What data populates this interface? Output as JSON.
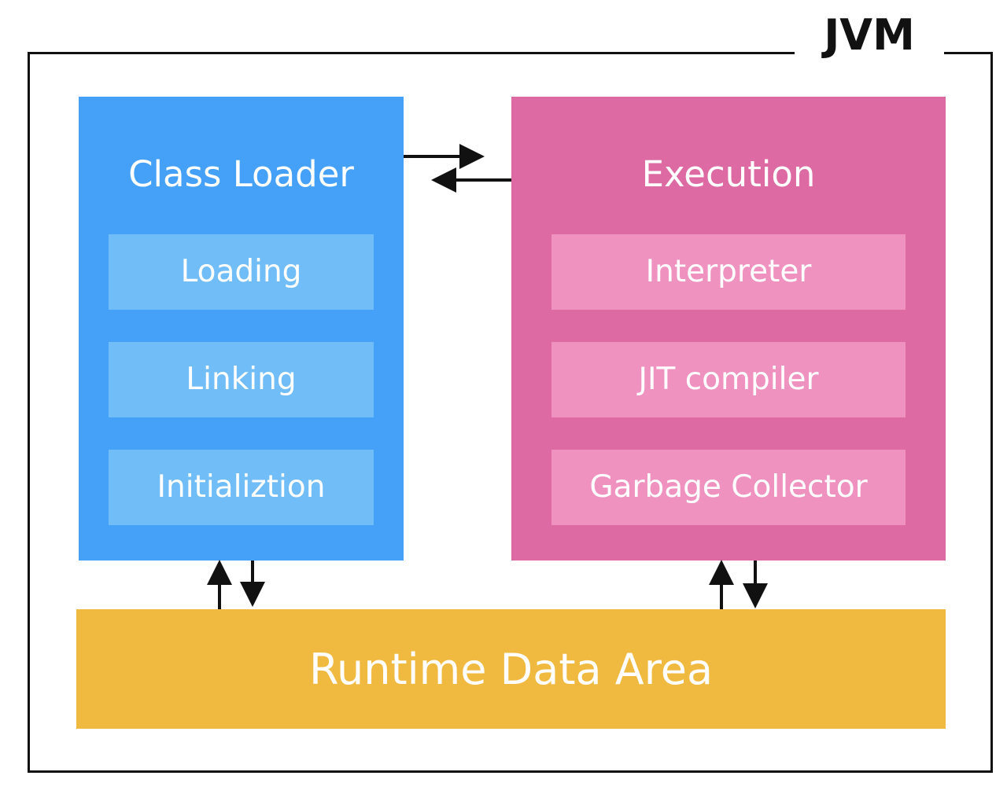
{
  "diagram": {
    "title": "JVM",
    "class_loader": {
      "title": "Class Loader",
      "items": [
        "Loading",
        "Linking",
        "Initializtion"
      ]
    },
    "execution": {
      "title": "Execution",
      "items": [
        "Interpreter",
        "JIT compiler",
        "Garbage Collector"
      ]
    },
    "runtime": {
      "title": "Runtime Data Area"
    },
    "colors": {
      "class_loader": "#44a1f7",
      "class_loader_item": "#71bdf8",
      "execution": "#dd6aa2",
      "execution_item": "#ef92c0",
      "runtime": "#f0ba40",
      "text": "#ffffff",
      "outline": "#111111"
    },
    "arrows": [
      {
        "from": "Class Loader",
        "to": "Execution"
      },
      {
        "from": "Execution",
        "to": "Class Loader"
      },
      {
        "from": "Runtime Data Area",
        "to": "Class Loader"
      },
      {
        "from": "Class Loader",
        "to": "Runtime Data Area"
      },
      {
        "from": "Runtime Data Area",
        "to": "Execution"
      },
      {
        "from": "Execution",
        "to": "Runtime Data Area"
      }
    ]
  }
}
